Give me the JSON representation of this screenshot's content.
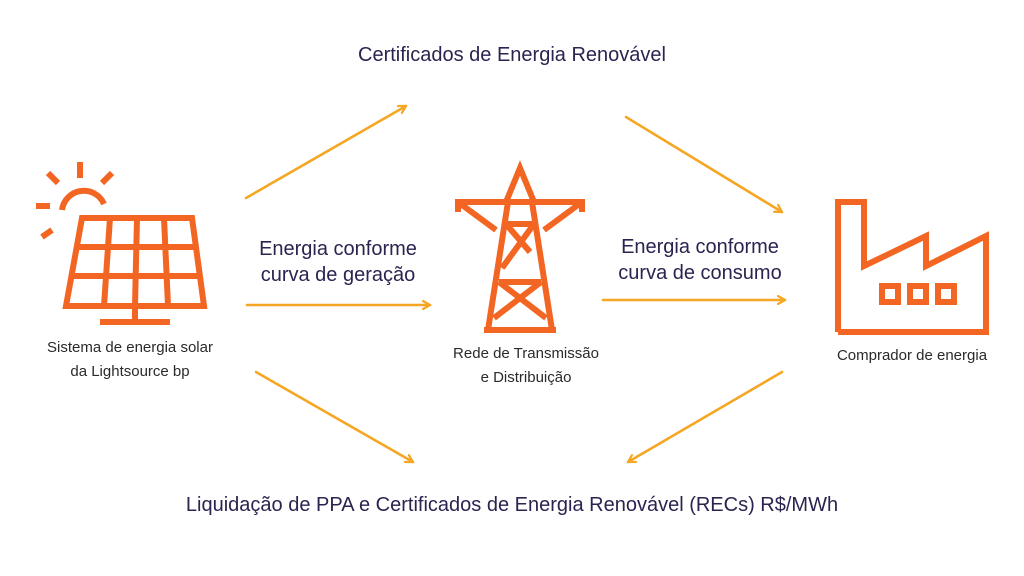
{
  "top_title": "Certificados de Energia Renovável",
  "bottom_title": "Liquidação de PPA e Certificados de Energia Renovável (RECs) R$/MWh",
  "flows": {
    "generation": [
      "Energia conforme",
      "curva de geração"
    ],
    "consumption": [
      "Energia conforme",
      "curva de consumo"
    ]
  },
  "nodes": {
    "solar": {
      "label_lines": [
        "Sistema de energia solar",
        "da Lightsource bp"
      ],
      "icon": "solar-panel-icon"
    },
    "grid": {
      "label_lines": [
        "Rede de Transmissão",
        "e Distribuição"
      ],
      "icon": "transmission-tower-icon"
    },
    "buyer": {
      "label_lines": [
        "Comprador de energia"
      ],
      "icon": "factory-icon"
    }
  },
  "colors": {
    "icon": "#f26522",
    "arrow": "#f5a623",
    "text": "#2b2450"
  }
}
